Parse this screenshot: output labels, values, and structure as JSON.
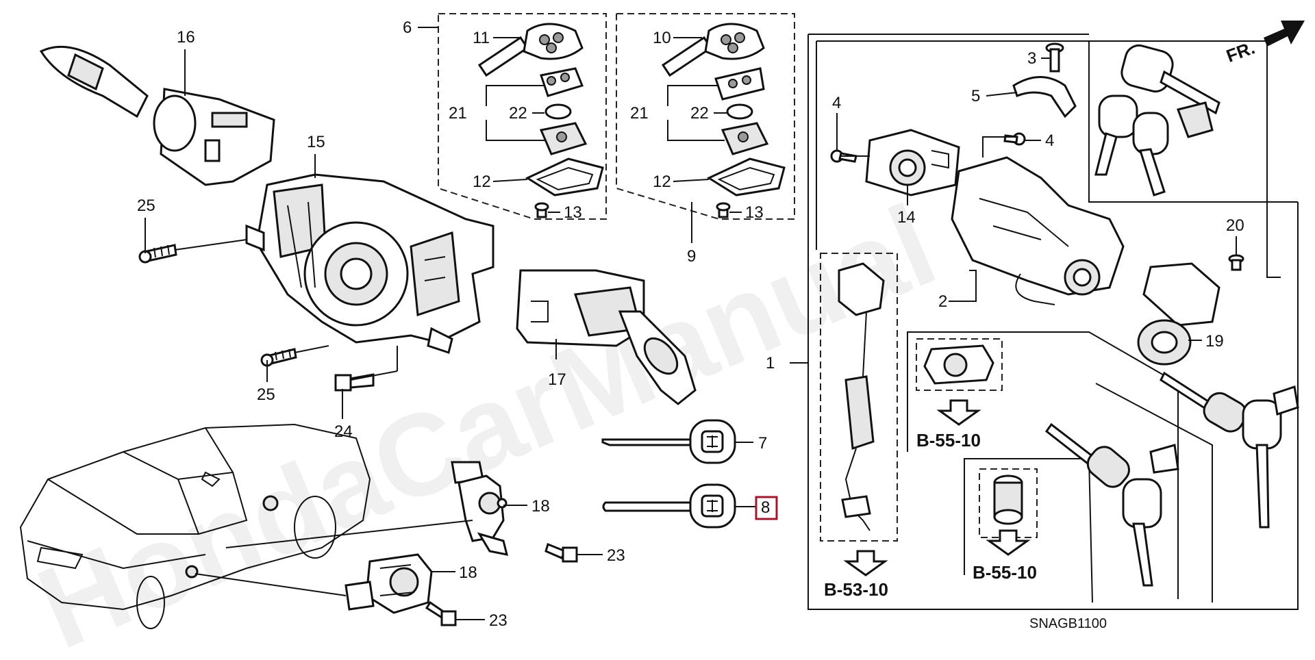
{
  "diagram": {
    "watermark": "HondaCarManual",
    "direction_label": "FR.",
    "diagram_code": "SNAGB1100",
    "highlighted_callout": "8",
    "callouts": {
      "c1": "1",
      "c2": "2",
      "c3": "3",
      "c4a": "4",
      "c4b": "4",
      "c5": "5",
      "c6": "6",
      "c7": "7",
      "c8": "8",
      "c9": "9",
      "c10": "10",
      "c11": "11",
      "c12a": "12",
      "c12b": "12",
      "c13a": "13",
      "c13b": "13",
      "c14": "14",
      "c15": "15",
      "c16": "16",
      "c17": "17",
      "c18a": "18",
      "c18b": "18",
      "c19": "19",
      "c20": "20",
      "c21a": "21",
      "c21b": "21",
      "c22a": "22",
      "c22b": "22",
      "c23a": "23",
      "c23b": "23",
      "c24": "24",
      "c25a": "25",
      "c25b": "25"
    },
    "references": {
      "ref_b5510_upper": "B-55-10",
      "ref_b5510_lower": "B-55-10",
      "ref_b5310": "B-53-10"
    }
  }
}
